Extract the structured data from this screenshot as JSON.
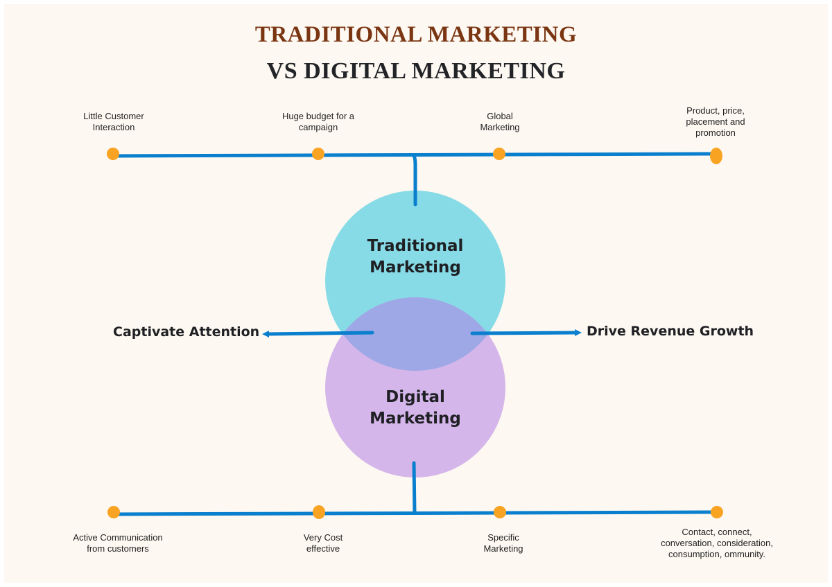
{
  "title": {
    "line1": "TRADITIONAL MARKETING",
    "line2": "VS DIGITAL MARKETING"
  },
  "colors": {
    "background": "#fdf8f1",
    "title_line1": "#7a3512",
    "title_line2": "#222428",
    "line": "#0a7fce",
    "dot": "#f9a323",
    "traditional_circle": "#86dbe6",
    "digital_circle": "#d5b6ea",
    "overlap": "#9ea8e6"
  },
  "circles": {
    "traditional": {
      "line1": "Traditional",
      "line2": "Marketing"
    },
    "digital": {
      "line1": "Digital",
      "line2": "Marketing"
    }
  },
  "arrows": {
    "left": "Captivate Attention",
    "right": "Drive Revenue Growth"
  },
  "traditional_points": [
    {
      "line1": "Little Customer",
      "line2": "Interaction"
    },
    {
      "line1": "Huge budget for a",
      "line2": "campaign"
    },
    {
      "line1": "Global",
      "line2": "Marketing"
    },
    {
      "line1": "Product, price,",
      "line2": "placement and",
      "line3": "promotion"
    }
  ],
  "digital_points": [
    {
      "line1": "Active Communication",
      "line2": "from customers"
    },
    {
      "line1": "Very Cost",
      "line2": "effective"
    },
    {
      "line1": "Specific",
      "line2": "Marketing"
    },
    {
      "line1": "Contact, connect,",
      "line2": "conversation, consideration,",
      "line3": "consumption, ommunity."
    }
  ]
}
